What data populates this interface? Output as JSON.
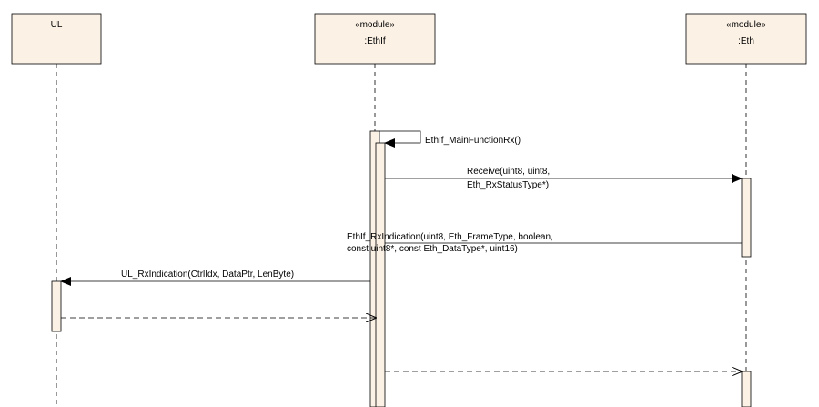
{
  "colors": {
    "lifeline_box_fill": "#FBF1E5",
    "activation_fill": "#FBF1E5",
    "stroke": "#000000"
  },
  "lifelines": [
    {
      "id": "ul",
      "stereotype": "",
      "name": "UL"
    },
    {
      "id": "ethif",
      "stereotype": "«module»",
      "name": ":EthIf"
    },
    {
      "id": "eth",
      "stereotype": "«module»",
      "name": ":Eth"
    }
  ],
  "messages": {
    "self_call": "EthIf_MainFunctionRx()",
    "receive_line1": "Receive(uint8, uint8,",
    "receive_line2": "Eth_RxStatusType*)",
    "rxind_line1": "EthIf_RxIndication(uint8, Eth_FrameType, boolean,",
    "rxind_line2": "const uint8*, const Eth_DataType*, uint16)",
    "ul_rxind": "UL_RxIndication(CtrlIdx, DataPtr, LenByte)"
  }
}
